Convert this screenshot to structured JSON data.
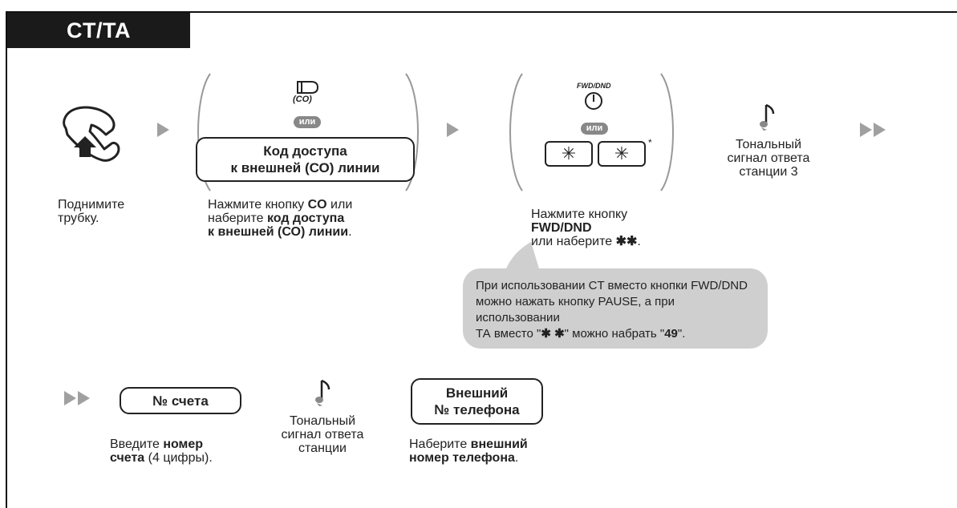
{
  "header": {
    "title": "CT/TA"
  },
  "step1": {
    "label_line1": "Поднимите",
    "label_line2": "трубку."
  },
  "step2": {
    "co_caption": "(CO)",
    "or_badge": "или",
    "access_box_line1": "Код доступа",
    "access_box_line2": "к внешней (СО) линии",
    "desc_line1_a": "Нажмите кнопку ",
    "desc_line1_b": "CO",
    "desc_line1_c": " или",
    "desc_line2_a": "наберите ",
    "desc_line2_b": "код доступа",
    "desc_line3_b": "к внешней (СО) линии",
    "desc_line3_c": "."
  },
  "step3": {
    "button_caption": "FWD/DND",
    "or_badge": "или",
    "star_key_1": "✳",
    "star_key_2": "✳",
    "asterisk_mark": "*",
    "desc_line1": "Нажмите кнопку",
    "desc_line2_b": "FWD/DND",
    "desc_line3_a": "или наберите ",
    "desc_line3_b": "✱✱",
    "desc_line3_c": "."
  },
  "step4": {
    "line1": "Тональный",
    "line2": "сигнал ответа",
    "line3": "станции 3"
  },
  "note": {
    "line1": "При использовании CT вместо кнопки FWD/DND",
    "line2": "можно нажать кнопку PAUSE, а при использовании",
    "line3_a": "ТА  вместо \"",
    "line3_b": "✱ ✱",
    "line3_c": "\" можно набрать \"",
    "line3_d": "49",
    "line3_e": "\"."
  },
  "step5": {
    "box_label": "№ счета",
    "desc_line1_a": "Введите ",
    "desc_line1_b": "номер",
    "desc_line2_b": "счета",
    "desc_line2_c": " (4 цифры)."
  },
  "step6": {
    "line1": "Тональный",
    "line2": "сигнал ответа",
    "line3": "станции"
  },
  "step7": {
    "box_line1": "Внешний",
    "box_line2": "№ телефона",
    "desc_line1_a": "Наберите ",
    "desc_line1_b": "внешний",
    "desc_line2_b": "номер телефона",
    "desc_line2_c": "."
  },
  "colors": {
    "header_bg": "#1a1a1a",
    "arrow": "#a0a0a0",
    "note_bg": "#cfcfcf",
    "badge": "#888888"
  }
}
